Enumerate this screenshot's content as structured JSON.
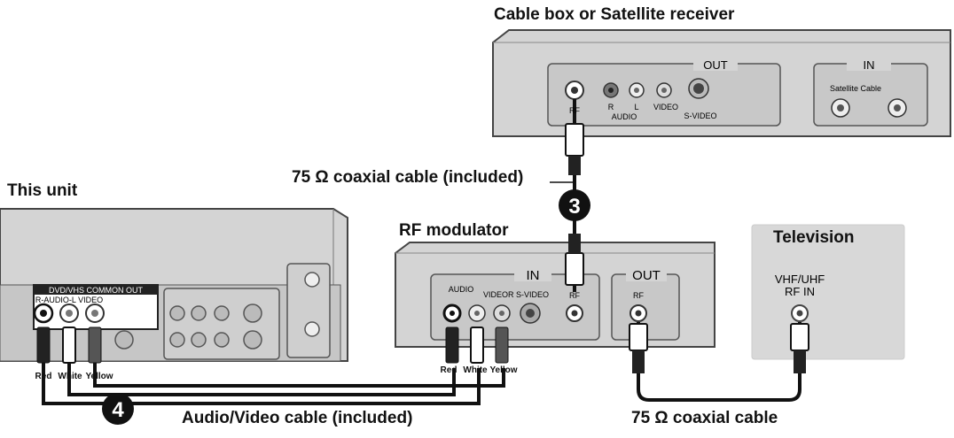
{
  "labels": {
    "cable_box_title": "Cable box or Satellite receiver",
    "this_unit": "This unit",
    "rf_modulator": "RF modulator",
    "television": "Television",
    "coax_included": "75 Ω coaxial cable (included)",
    "coax": "75 Ω coaxial cable",
    "av_cable": "Audio/Video cable (included)"
  },
  "steps": {
    "step3": "3",
    "step4": "4"
  },
  "cable_box": {
    "out": "OUT",
    "in": "IN",
    "rf": "RF",
    "r": "R",
    "l": "L",
    "audio": "AUDIO",
    "video": "VIDEO",
    "svideo": "S-VIDEO",
    "satellite_cable": "Satellite Cable"
  },
  "modulator": {
    "in": "IN",
    "out": "OUT",
    "audio": "AUDIO",
    "video": "VIDEOR S-VIDEO",
    "rf_in": "RF",
    "rf_out": "RF"
  },
  "tv": {
    "port_line1": "VHF/UHF",
    "port_line2": "RF IN"
  },
  "this_unit_panel": {
    "header": "DVD/VHS COMMON OUT",
    "sub": "R-AUDIO-L  VIDEO"
  },
  "plug_colors": {
    "unit": [
      "Red",
      "White",
      "Yellow"
    ],
    "modulator": [
      "Red",
      "White",
      "Yellow"
    ]
  }
}
